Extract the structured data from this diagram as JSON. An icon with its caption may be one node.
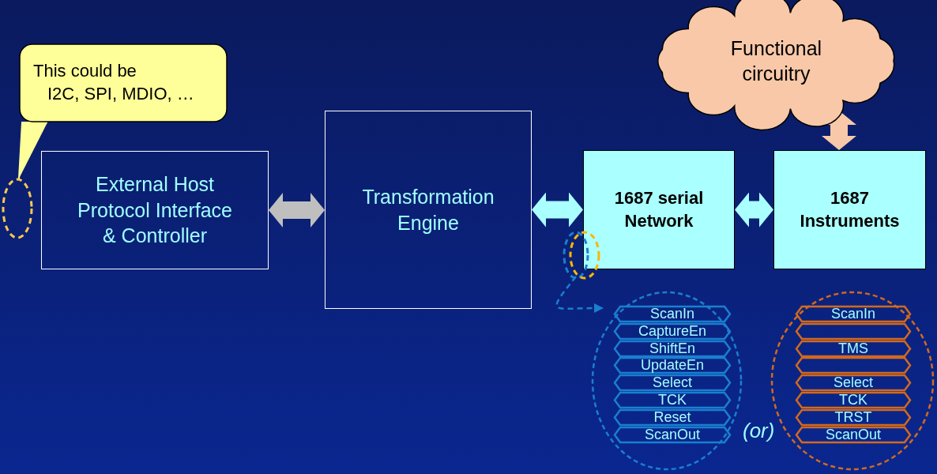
{
  "diagram": {
    "nodes": [
      {
        "text": [
          "This could be",
          "I2C, SPI, MDIO, …"
        ]
      },
      {
        "text": [],
        "shape": "ellipse"
      },
      {
        "text": [
          "External Host Protocol Interface & Controller"
        ]
      },
      {
        "text": [
          "Transformation Engine"
        ]
      },
      {
        "text": [
          "1687 serial Network"
        ]
      },
      {
        "text": [
          "1687 Instruments"
        ]
      },
      {
        "text": [
          "Functional circuitry"
        ]
      },
      {
        "text": [],
        "shape": "ellipse"
      },
      {
        "text": [],
        "shape": "ellipse"
      },
      {
        "text": [],
        "shape": "ellipse"
      },
      {
        "text": [
          "ScanIn"
        ],
        "in": 9
      },
      {
        "text": [
          "CaptureEn"
        ],
        "in": 9
      },
      {
        "text": [
          "ShiftEn"
        ],
        "in": 9
      },
      {
        "text": [
          "UpdateEn"
        ],
        "in": 9
      },
      {
        "text": [
          "Select"
        ],
        "in": 9
      },
      {
        "text": [
          "TCK"
        ],
        "in": 9
      },
      {
        "text": [
          "Reset"
        ],
        "in": 9
      },
      {
        "text": [
          "ScanOut"
        ],
        "in": 9
      },
      {
        "text": [],
        "shape": "ellipse"
      },
      {
        "text": [
          "ScanIn"
        ],
        "in": 18
      },
      {
        "text": [],
        "shape": "hexagon",
        "in": 18
      },
      {
        "text": [
          "TMS"
        ],
        "in": 18
      },
      {
        "text": [],
        "shape": "hexagon",
        "in": 18
      },
      {
        "text": [
          "Select"
        ],
        "in": 18
      },
      {
        "text": [
          "TCK"
        ],
        "in": 18
      },
      {
        "text": [
          "TRST"
        ],
        "in": 18
      },
      {
        "text": [
          "ScanOut"
        ],
        "in": 18
      }
    ],
    "edges": [
      {
        "from": 0,
        "to": 1,
        "arrow": "none",
        "color": "#ffff99"
      },
      {
        "from": 2,
        "to": 3,
        "arrow": "both",
        "color": "#bfbfbf"
      },
      {
        "from": 3,
        "to": 4,
        "arrow": "both",
        "color": "#aaffff"
      },
      {
        "from": 4,
        "to": 5,
        "arrow": "both",
        "color": "#aaffff"
      },
      {
        "from": 6,
        "to": 5,
        "arrow": "both",
        "color": "#f8c8a8"
      },
      {
        "from": 7,
        "to": 9,
        "arrow": "to",
        "style": "dashed",
        "color": "#1a7fd0"
      }
    ],
    "labels": [
      "(or)"
    ]
  }
}
